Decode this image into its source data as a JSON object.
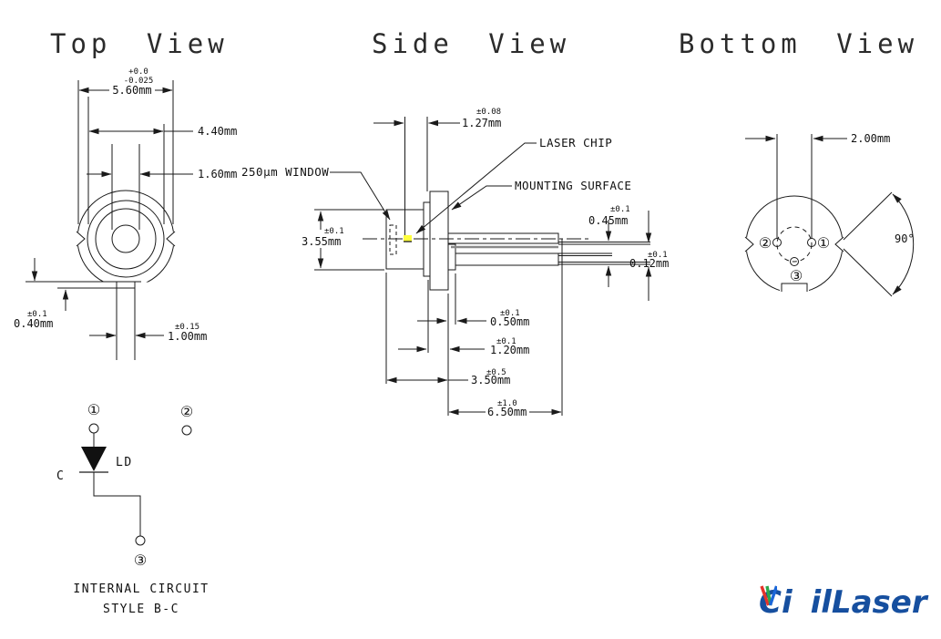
{
  "titles": {
    "top": "Top View",
    "side": "Side View",
    "bottom": "Bottom View"
  },
  "top_view": {
    "tol_plus": "+0.0",
    "tol_minus": "-0.025",
    "d560": "5.60mm",
    "d440": "4.40mm",
    "d160": "1.60mm",
    "t040": "±0.1",
    "d040": "0.40mm",
    "t100": "±0.15",
    "d100": "1.00mm"
  },
  "side_view": {
    "window_label": "250µm WINDOW",
    "chip_label": "LASER CHIP",
    "mount_label": "MOUNTING SURFACE",
    "t127": "±0.08",
    "d127": "1.27mm",
    "t355": "±0.1",
    "d355": "3.55mm",
    "t045": "±0.1",
    "d045": "0.45mm",
    "t012": "±0.1",
    "d012": "0.12mm",
    "t050": "±0.1",
    "d050": "0.50mm",
    "t120": "±0.1",
    "d120": "1.20mm",
    "t350": "±0.5",
    "d350": "3.50mm",
    "t650": "±1.0",
    "d650": "6.50mm"
  },
  "bottom_view": {
    "d200": "2.00mm",
    "angle": "90°",
    "pin1": "①",
    "pin2": "②",
    "pin3": "③"
  },
  "circuit": {
    "pin1": "①",
    "pin2": "②",
    "pin3": "③",
    "ld": "LD",
    "c": "C",
    "title": "INTERNAL CIRCUIT",
    "style": "STYLE B-C"
  },
  "logo": {
    "prefix": "Ci",
    "suffix": "ilLaser"
  },
  "colors": {
    "line": "#1a1a1a",
    "chip_yellow": "#ffff3d",
    "logo_blue": "#164f9f",
    "v_red": "#e5332a",
    "v_green": "#2ca64b",
    "v_blue": "#1a66d8"
  }
}
